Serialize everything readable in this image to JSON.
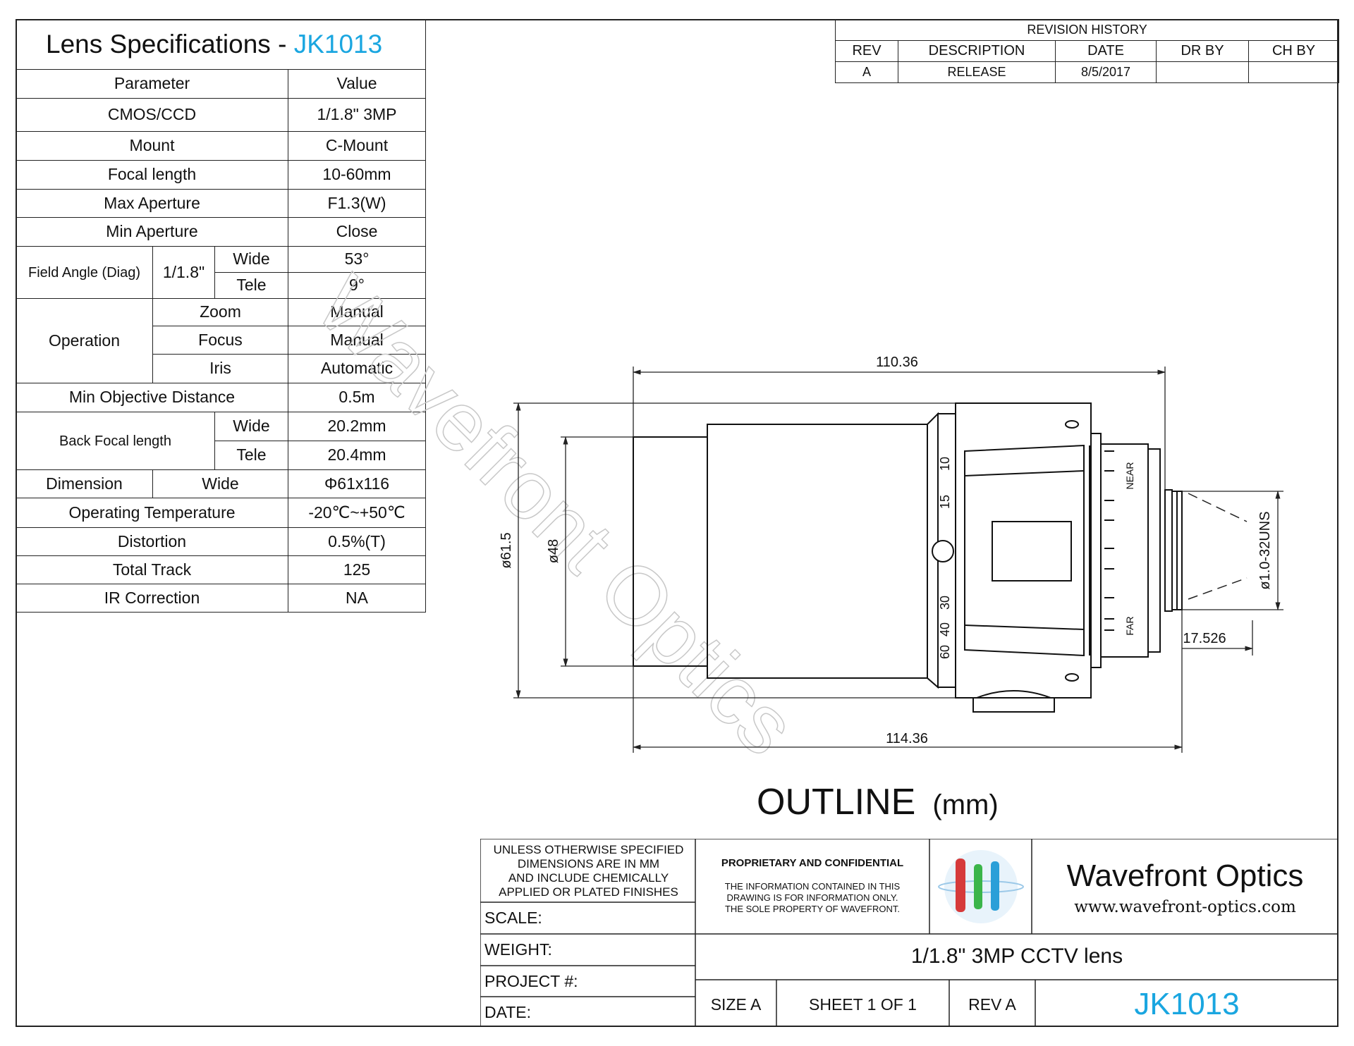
{
  "spec": {
    "title_prefix": "Lens Specifications - ",
    "title_model": "JK1013",
    "header": {
      "param": "Parameter",
      "value": "Value"
    },
    "cmos": {
      "label": "CMOS/CCD",
      "value": "1/1.8\" 3MP"
    },
    "mount": {
      "label": "Mount",
      "value": "C-Mount"
    },
    "focal": {
      "label": "Focal length",
      "value": "10-60mm"
    },
    "max_ap": {
      "label": "Max Aperture",
      "value": "F1.3(W)"
    },
    "min_ap": {
      "label": "Min Aperture",
      "value": "Close"
    },
    "field": {
      "label": "Field Angle (Diag)",
      "size": "1/1.8\"",
      "wide_label": "Wide",
      "wide": "53°",
      "tele_label": "Tele",
      "tele": "9°"
    },
    "operation": {
      "label": "Operation",
      "zoom_label": "Zoom",
      "zoom": "Manual",
      "focus_label": "Focus",
      "focus": "Manual",
      "iris_label": "Iris",
      "iris": "Automatic"
    },
    "min_obj": {
      "label": "Min Objective Distance",
      "value": "0.5m"
    },
    "bfl": {
      "label": "Back Focal length",
      "wide_label": "Wide",
      "wide": "20.2mm",
      "tele_label": "Tele",
      "tele": "20.4mm"
    },
    "dimension": {
      "label": "Dimension",
      "sub": "Wide",
      "value": "Φ61x116"
    },
    "temp": {
      "label": "Operating Temperature",
      "value": "-20℃~+50℃"
    },
    "distortion": {
      "label": "Distortion",
      "value": "0.5%(T)"
    },
    "track": {
      "label": "Total Track",
      "value": "125"
    },
    "ir": {
      "label": "IR Correction",
      "value": "NA"
    }
  },
  "revision": {
    "title": "REVISION HISTORY",
    "headers": [
      "REV",
      "DESCRIPTION",
      "DATE",
      "DR BY",
      "CH BY"
    ],
    "row": [
      "A",
      "RELEASE",
      "8/5/2017",
      "",
      ""
    ]
  },
  "drawing": {
    "dim_top": "110.36",
    "dim_bottom": "114.36",
    "dim_outer": "ø61.5",
    "dim_inner": "ø48",
    "dim_thread": "ø1.0-32UNS",
    "dim_flange": "17.526",
    "zoom_marks": [
      "10",
      "15",
      "30",
      "40",
      "60"
    ],
    "near": "NEAR",
    "far": "FAR",
    "outline": "OUTLINE",
    "unit": "(mm)",
    "watermark": "Wavefront Optics"
  },
  "titleblock": {
    "notes": [
      "UNLESS OTHERWISE SPECIFIED",
      "DIMENSIONS ARE IN MM",
      "AND INCLUDE CHEMICALLY",
      "APPLIED OR PLATED FINISHES"
    ],
    "scale": "SCALE:",
    "weight": "WEIGHT:",
    "project": "PROJECT #:",
    "date": "DATE:",
    "prop_title": "PROPRIETARY AND CONFIDENTIAL",
    "prop_text": [
      "THE INFORMATION CONTAINED IN THIS",
      "DRAWING IS FOR INFORMATION ONLY.",
      "THE SOLE PROPERTY OF WAVEFRONT."
    ],
    "company": "Wavefront Optics",
    "url": "www.wavefront-optics.com",
    "product": "1/1.8\"  3MP CCTV lens",
    "size": "SIZE A",
    "sheet": "SHEET  1  OF  1",
    "rev": "REV A",
    "model": "JK1013"
  },
  "colors": {
    "accent": "#1aa6e0",
    "logo_red": "#d63a3a",
    "logo_green": "#3bb54a",
    "logo_blue": "#2a9fd8"
  }
}
